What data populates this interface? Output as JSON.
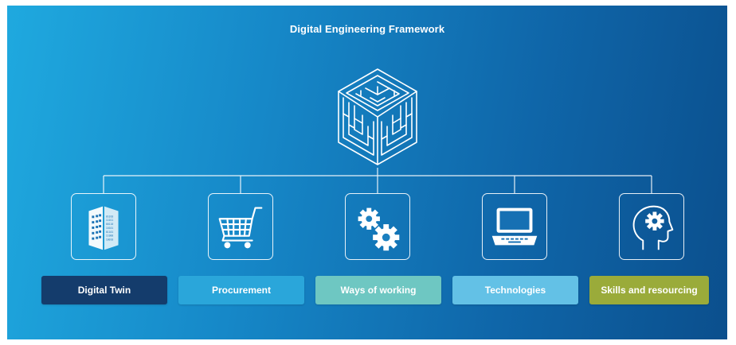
{
  "title": "Digital Engineering Framework",
  "colors": {
    "background_start": "#1fa9df",
    "background_end": "#0b4f8d",
    "digital_twin": "#143c6c",
    "procurement": "#2aa6da",
    "ways_of_working": "#6ec7c2",
    "technologies": "#63c1e6",
    "skills": "#9aab3a"
  },
  "pillars": [
    {
      "label": "Digital Twin",
      "icon": "building-data-icon"
    },
    {
      "label": "Procurement",
      "icon": "shopping-cart-icon"
    },
    {
      "label": "Ways of working",
      "icon": "gears-icon"
    },
    {
      "label": "Technologies",
      "icon": "laptop-icon"
    },
    {
      "label": "Skills and resourcing",
      "icon": "head-gear-icon"
    }
  ]
}
